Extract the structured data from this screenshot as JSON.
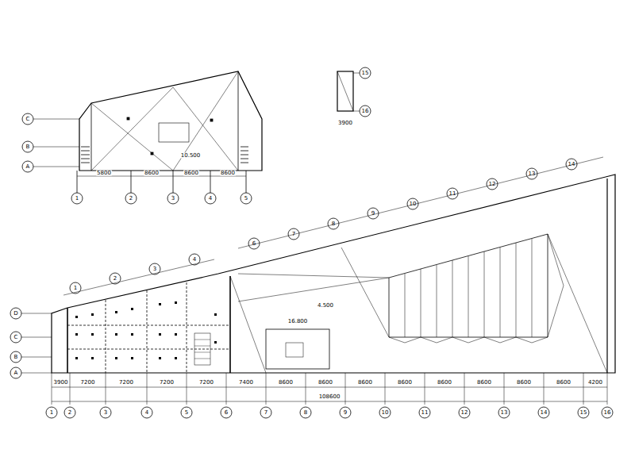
{
  "diagram": {
    "labels": [
      "1",
      "2",
      "3",
      "4",
      "5",
      "5800",
      "8600",
      "8600",
      "8600",
      "C",
      "B",
      "A",
      "10.500",
      "15",
      "16",
      "3900",
      "1",
      "2",
      "3",
      "4",
      "5",
      "6",
      "7",
      "8",
      "9",
      "10",
      "11",
      "12",
      "13",
      "14",
      "15",
      "16",
      "3900",
      "7200",
      "7200",
      "7200",
      "7200",
      "7400",
      "8600",
      "8600",
      "8600",
      "8600",
      "8600",
      "8600",
      "8600",
      "8600",
      "4200",
      "108600",
      "D",
      "C",
      "B",
      "A",
      "1",
      "2",
      "3",
      "4",
      "6",
      "7",
      "8",
      "9",
      "10",
      "11",
      "12",
      "13",
      "14",
      "4.500",
      "16.800"
    ]
  }
}
